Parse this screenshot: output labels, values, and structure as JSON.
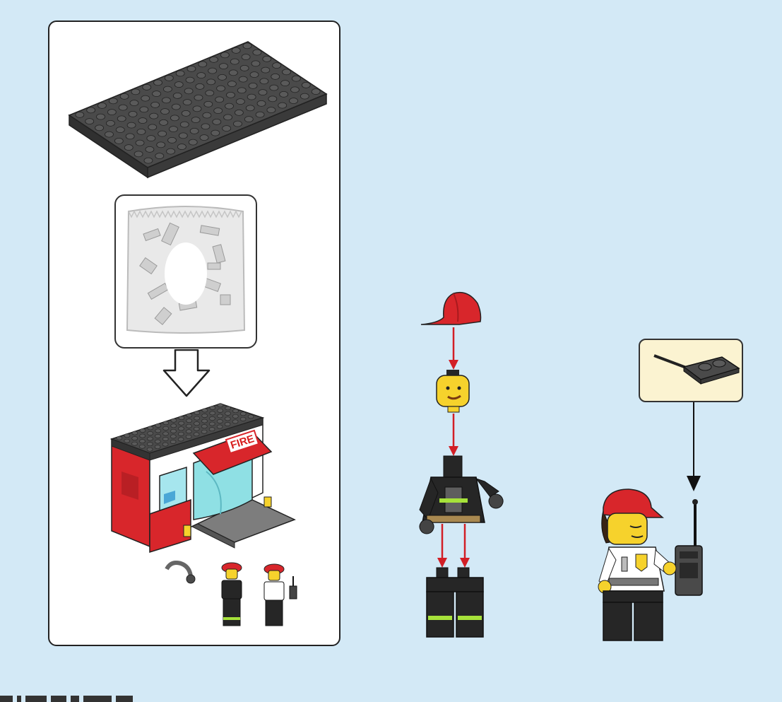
{
  "colors": {
    "background": "#d3e9f6",
    "panel": "#ffffff",
    "callout_background": "#fbf3d1",
    "arrow_red": "#d21f26",
    "arrow_black": "#111111",
    "brick_red": "#d8262b",
    "brick_gray": "#4a4a4a",
    "minifig_black": "#262626",
    "minifig_yellow": "#f6d22c"
  },
  "panel": {
    "baseplate": "gray-baseplate-image",
    "bag": "parts-bag-image",
    "down_arrow": "outline-down-arrow-icon",
    "model": "fire-station-model-image",
    "sign_text": "FIRE"
  },
  "assembly": {
    "parts": [
      "red-helmet",
      "yellow-head",
      "firefighter-torso",
      "firefighter-legs"
    ],
    "second_minifig": "fire-chief-minifig",
    "accessory": "walkie-talkie"
  }
}
